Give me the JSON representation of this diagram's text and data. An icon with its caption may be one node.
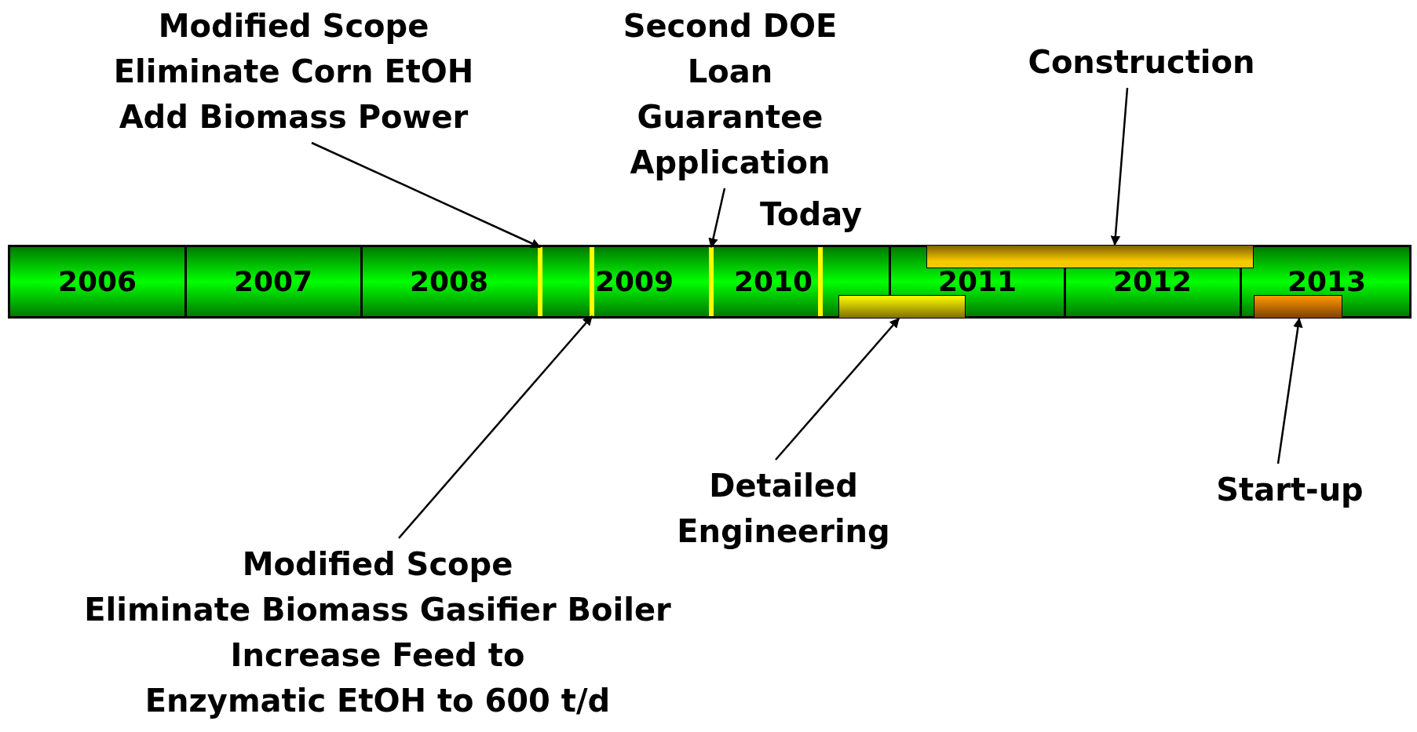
{
  "diagram": {
    "nodes": [
      {
        "text": [
          "Modified Scope",
          "Eliminate Corn EtOH",
          "Add Biomass Power"
        ]
      },
      {
        "text": [
          "Second DOE Loan Guarantee Application"
        ]
      },
      {
        "text": [
          "Construction"
        ]
      },
      {
        "text": [],
        "shape": "bar"
      },
      {
        "text": [],
        "shape": "bar"
      },
      {
        "text": [],
        "shape": "bar"
      },
      {
        "text": [],
        "shape": "bar",
        "beside": [
          "Today"
        ]
      },
      {
        "text": [],
        "shape": "bar"
      },
      {
        "text": [],
        "shape": "bar"
      },
      {
        "text": [],
        "shape": "bar"
      },
      {
        "text": [
          "Detailed Engineering"
        ]
      },
      {
        "text": [
          "Start-up"
        ]
      },
      {
        "text": [
          "Modified Scope",
          "Eliminate Biomass Gasifier Boiler",
          "Increase Feed to Enzymatic EtOH to 600 t/d"
        ]
      }
    ],
    "edges": [
      {
        "from": 0,
        "to": 3,
        "arrow": "to"
      },
      {
        "from": 1,
        "to": 5,
        "arrow": "to"
      },
      {
        "from": 2,
        "to": 7,
        "arrow": "to"
      },
      {
        "from": 10,
        "to": 8,
        "arrow": "to"
      },
      {
        "from": 11,
        "to": 9,
        "arrow": "to"
      },
      {
        "from": 12,
        "to": 4,
        "arrow": "to"
      }
    ],
    "labels": [
      "2006",
      "2007",
      "2008",
      "2009",
      "2010",
      "2011",
      "2012",
      "2013"
    ]
  }
}
